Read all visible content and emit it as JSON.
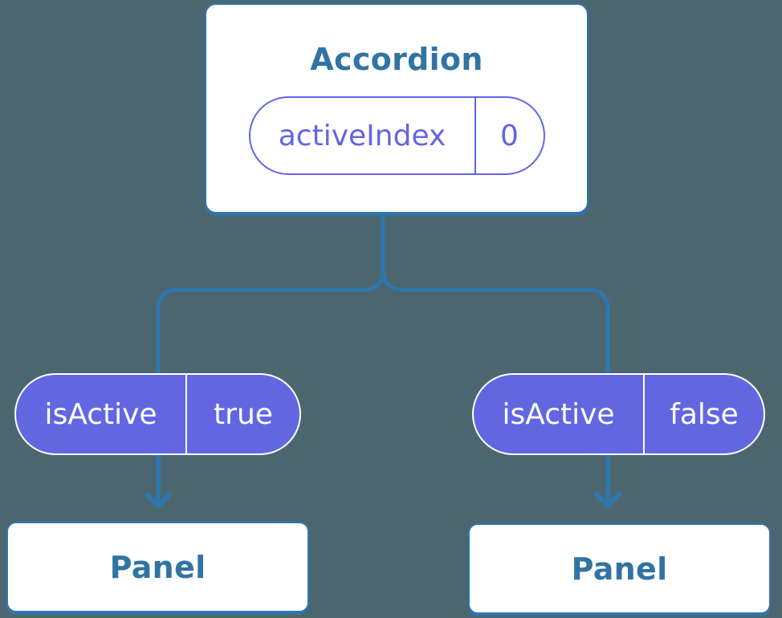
{
  "colors": {
    "background": "#4C6670",
    "connector_blue": "#2E76AD",
    "card_border_blue": "#2E76AD",
    "heading_blue": "#3174A4",
    "pill_outline_purple": "#6365E2",
    "pill_purple": "#6267E1",
    "text_white": "#FFFFFF"
  },
  "root_card": {
    "title": "Accordion",
    "state": {
      "name": "activeIndex",
      "value": "0"
    }
  },
  "prop_pills": [
    {
      "name": "isActive",
      "value": "true"
    },
    {
      "name": "isActive",
      "value": "false"
    }
  ],
  "panels": [
    {
      "title": "Panel"
    },
    {
      "title": "Panel"
    }
  ]
}
